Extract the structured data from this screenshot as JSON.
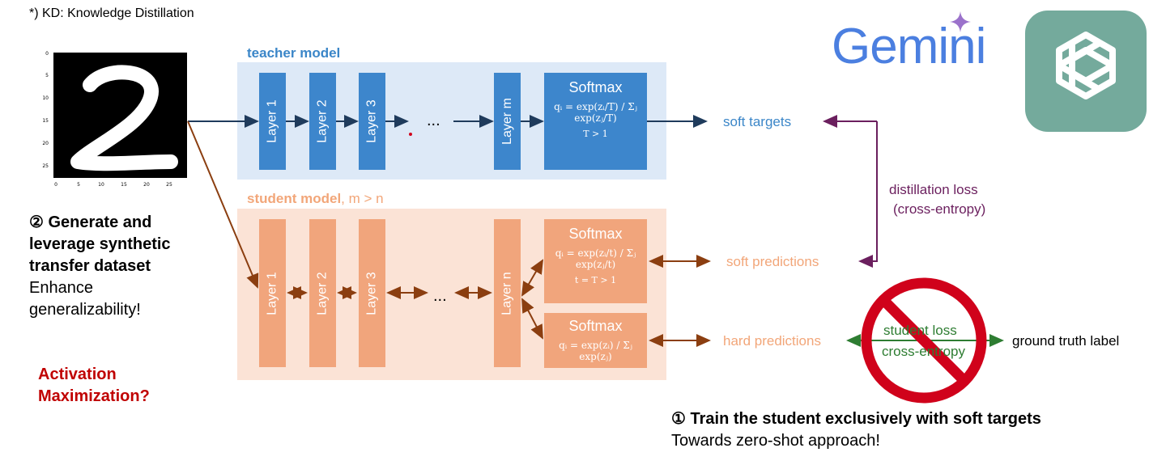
{
  "footnote": "*) KD: Knowledge Distillation",
  "teacher": {
    "label": "teacher model",
    "layers": [
      "Layer 1",
      "Layer 2",
      "Layer 3",
      "Layer m"
    ],
    "dots": "...",
    "softmax_title": "Softmax",
    "softmax_eq": "qᵢ = exp(zᵢ/T) / Σⱼ exp(zⱼ/T)",
    "softmax_cond": "T > 1"
  },
  "student": {
    "label": "student model",
    "label_suffix": ", m > n",
    "layers": [
      "Layer 1",
      "Layer 2",
      "Layer 3",
      "Layer n"
    ],
    "dots": "...",
    "softmax1_title": "Softmax",
    "softmax1_eq": "qᵢ = exp(zᵢ/t) / Σⱼ exp(zⱼ/t)",
    "softmax1_cond": "t = T > 1",
    "softmax2_title": "Softmax",
    "softmax2_eq": "qᵢ = exp(zᵢ) / Σⱼ exp(zⱼ)"
  },
  "outputs": {
    "soft_targets": "soft targets",
    "soft_predictions": "soft predictions",
    "hard_predictions": "hard predictions",
    "distillation_loss": "distillation loss",
    "distillation_loss_sub": "(cross-entropy)",
    "student_loss": "student loss",
    "student_loss_sub": "cross-entropy",
    "ground_truth": "ground truth label"
  },
  "left_panel": {
    "line1": "② Generate and",
    "line2": "leverage synthetic",
    "line3": "transfer dataset",
    "line4": "Enhance",
    "line5": "generalizability!",
    "red1": "Activation",
    "red2": "Maximization?"
  },
  "bottom": {
    "line1": "① Train the student exclusively with soft targets",
    "line2": "Towards zero-shot approach!"
  },
  "logos": {
    "gemini": "Gemini",
    "gemini_color": "#4b7fe0",
    "openai_color": "#74aa9c"
  },
  "mnist_ticks": {
    "x": [
      "0",
      "5",
      "10",
      "15",
      "20",
      "25"
    ],
    "y": [
      "0",
      "5",
      "10",
      "15",
      "20",
      "25"
    ]
  },
  "colors": {
    "teacher": "#3d86cc",
    "student": "#f1a57c",
    "arrow_teacher": "#1f3b5c",
    "arrow_student": "#8b3e10",
    "distill": "#6b1f5e",
    "student_loss": "#2e7d32",
    "prohibit": "#d0021b"
  }
}
